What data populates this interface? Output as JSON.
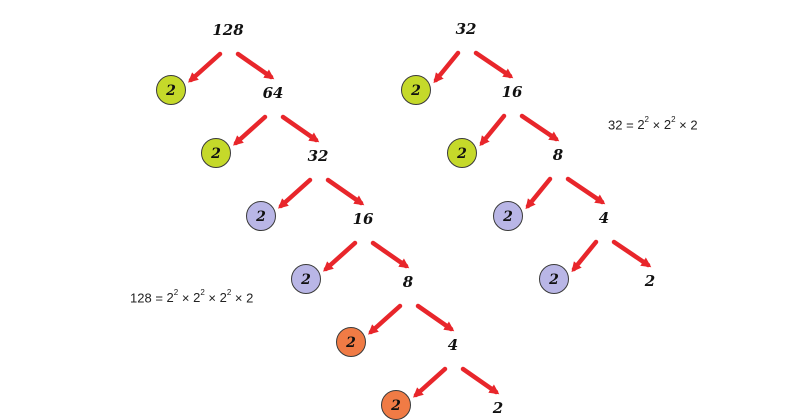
{
  "trees": [
    {
      "name": "tree-128",
      "nodes": [
        "128",
        "64",
        "32",
        "16",
        "8",
        "4",
        "2"
      ],
      "factors": [
        {
          "label": "2",
          "color": "#c5d92a"
        },
        {
          "label": "2",
          "color": "#c5d92a"
        },
        {
          "label": "2",
          "color": "#b9b6e6"
        },
        {
          "label": "2",
          "color": "#b9b6e6"
        },
        {
          "label": "2",
          "color": "#f07b45"
        },
        {
          "label": "2",
          "color": "#f07b45"
        }
      ],
      "formula": {
        "lhs": "128",
        "eq": "=",
        "base": "2",
        "exp": "2",
        "times": "×",
        "tail": "2"
      }
    },
    {
      "name": "tree-32",
      "nodes": [
        "32",
        "16",
        "8",
        "4",
        "2"
      ],
      "factors": [
        {
          "label": "2",
          "color": "#c5d92a"
        },
        {
          "label": "2",
          "color": "#c5d92a"
        },
        {
          "label": "2",
          "color": "#b9b6e6"
        },
        {
          "label": "2",
          "color": "#b9b6e6"
        }
      ],
      "formula": {
        "lhs": "32",
        "eq": "=",
        "base": "2",
        "exp": "2",
        "times": "×",
        "tail": "2"
      }
    }
  ],
  "arrow_color": "#e8262b"
}
